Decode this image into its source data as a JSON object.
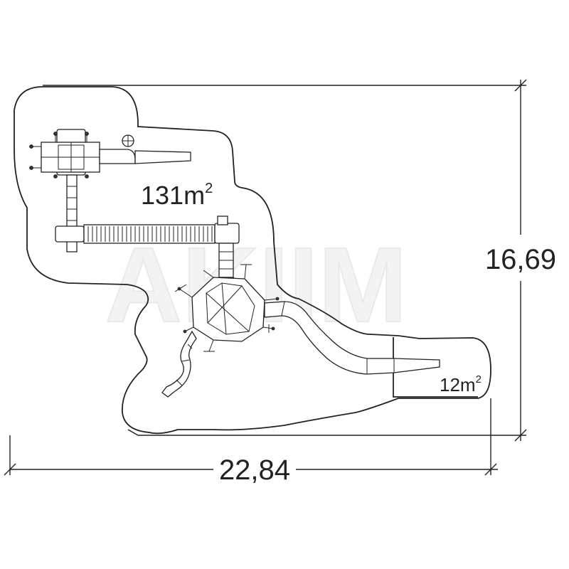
{
  "watermark": {
    "text": "AKIIM"
  },
  "dimensions": {
    "width": "22,84",
    "height": "16,69"
  },
  "zones": [
    {
      "area_value": "131",
      "area_unit": "m",
      "area_exp": "2"
    },
    {
      "area_value": "12",
      "area_unit": "m",
      "area_exp": "2"
    }
  ]
}
